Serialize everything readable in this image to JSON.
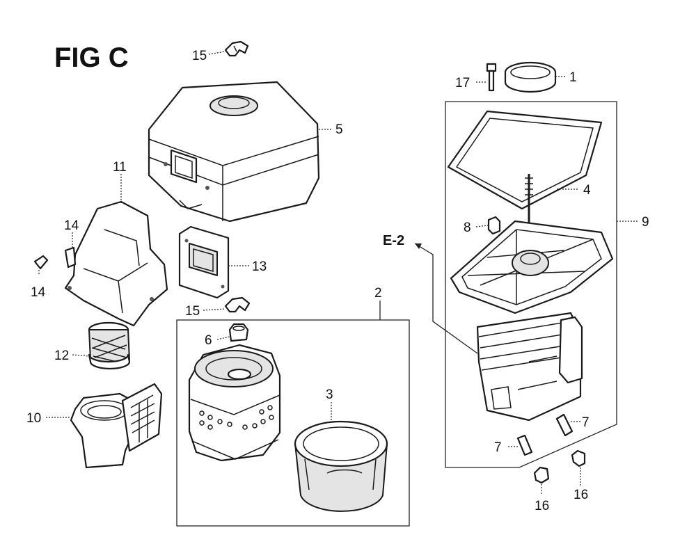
{
  "figure": {
    "title": "FIG C",
    "reference": "E-2",
    "callouts": [
      {
        "id": "c15a",
        "text": "15"
      },
      {
        "id": "c17",
        "text": "17"
      },
      {
        "id": "c1",
        "text": "1"
      },
      {
        "id": "c5",
        "text": "5"
      },
      {
        "id": "c11",
        "text": "11"
      },
      {
        "id": "c4",
        "text": "4"
      },
      {
        "id": "c14a",
        "text": "14"
      },
      {
        "id": "c8",
        "text": "8"
      },
      {
        "id": "c9",
        "text": "9"
      },
      {
        "id": "c14b",
        "text": "14"
      },
      {
        "id": "c13",
        "text": "13"
      },
      {
        "id": "c2",
        "text": "2"
      },
      {
        "id": "c15b",
        "text": "15"
      },
      {
        "id": "c6",
        "text": "6"
      },
      {
        "id": "c12",
        "text": "12"
      },
      {
        "id": "c3",
        "text": "3"
      },
      {
        "id": "c10",
        "text": "10"
      },
      {
        "id": "c7a",
        "text": "7"
      },
      {
        "id": "c7b",
        "text": "7"
      },
      {
        "id": "c16a",
        "text": "16"
      },
      {
        "id": "c16b",
        "text": "16"
      }
    ]
  }
}
